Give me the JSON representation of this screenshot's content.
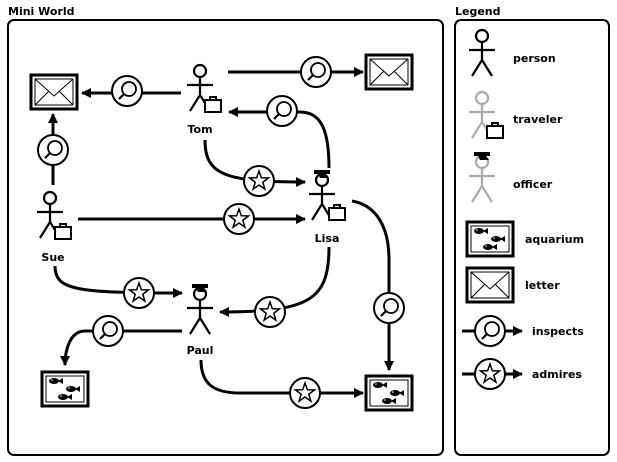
{
  "world": {
    "title": "Mini World"
  },
  "legend": {
    "title": "Legend",
    "items": [
      {
        "label": "person",
        "icon": "person-icon"
      },
      {
        "label": "traveler",
        "icon": "traveler-icon"
      },
      {
        "label": "officer",
        "icon": "officer-icon"
      },
      {
        "label": "aquarium",
        "icon": "aquarium-icon"
      },
      {
        "label": "letter",
        "icon": "letter-icon"
      },
      {
        "label": "inspects",
        "icon": "magnifier-icon"
      },
      {
        "label": "admires",
        "icon": "star-icon"
      }
    ]
  },
  "people": [
    {
      "name": "Tom",
      "role": "traveler"
    },
    {
      "name": "Sue",
      "role": "traveler"
    },
    {
      "name": "Lisa",
      "role": "officer-traveler"
    },
    {
      "name": "Paul",
      "role": "officer"
    }
  ],
  "objects": [
    {
      "id": "letter-1",
      "type": "letter"
    },
    {
      "id": "letter-2",
      "type": "letter"
    },
    {
      "id": "aquarium-1",
      "type": "aquarium"
    },
    {
      "id": "aquarium-2",
      "type": "aquarium"
    }
  ],
  "relations": [
    {
      "from": "Tom",
      "to": "letter-1",
      "type": "inspects"
    },
    {
      "from": "Tom",
      "to": "letter-2",
      "type": "inspects"
    },
    {
      "from": "Tom",
      "to": "Lisa",
      "type": "admires"
    },
    {
      "from": "Lisa",
      "to": "Tom",
      "type": "inspects"
    },
    {
      "from": "Sue",
      "to": "letter-1",
      "type": "inspects"
    },
    {
      "from": "Sue",
      "to": "Lisa",
      "type": "admires"
    },
    {
      "from": "Sue",
      "to": "Paul",
      "type": "admires"
    },
    {
      "from": "Lisa",
      "to": "Paul",
      "type": "admires"
    },
    {
      "from": "Lisa",
      "to": "aquarium-2",
      "type": "inspects"
    },
    {
      "from": "Paul",
      "to": "aquarium-1",
      "type": "inspects"
    },
    {
      "from": "Paul",
      "to": "aquarium-2",
      "type": "admires"
    }
  ]
}
